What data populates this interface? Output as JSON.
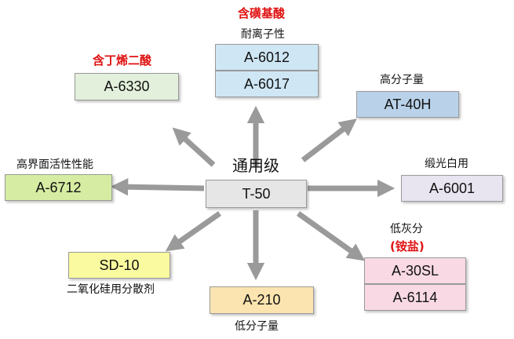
{
  "center": {
    "title": "通用级",
    "code": "T-50",
    "color": "#e6e6e6"
  },
  "nodes": {
    "sulfonic": {
      "heading": "含磺基酸",
      "label": "耐离子性",
      "codes": [
        "A-6012",
        "A-6017"
      ],
      "color": "#cfe7f5"
    },
    "butadiene": {
      "heading": "含丁烯二酸",
      "codes": [
        "A-6330"
      ],
      "color": "#e2f0dc"
    },
    "high_mw": {
      "label": "高分子量",
      "codes": [
        "AT-40H"
      ],
      "color": "#b9d2ea"
    },
    "surface": {
      "label": "高界面活性性能",
      "codes": [
        "A-6712"
      ],
      "color": "#d6eca2"
    },
    "satin": {
      "label": "缎光白用",
      "codes": [
        "A-6001"
      ],
      "color": "#e8e4f0"
    },
    "ammonium": {
      "label": "低灰分",
      "heading": "(铵盐)",
      "codes": [
        "A-30SL",
        "A-6114"
      ],
      "color": "#f8d9e4"
    },
    "silica": {
      "label": "二氧化硅用分散剂",
      "codes": [
        "SD-10"
      ],
      "color": "#fafaa0"
    },
    "low_mw": {
      "label": "低分子量",
      "codes": [
        "A-210"
      ],
      "color": "#fce4b0"
    }
  }
}
